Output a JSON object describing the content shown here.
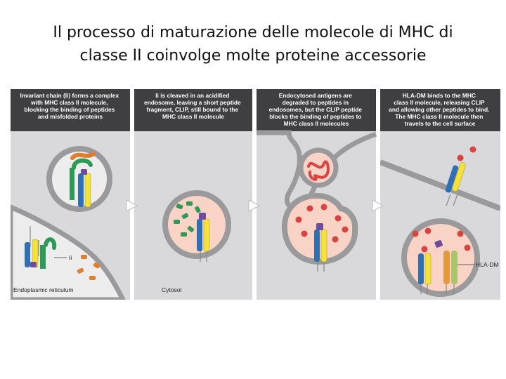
{
  "slide": {
    "title_line1": "Il processo di maturazione delle molecole di MHC di",
    "title_line2": "classe II coinvolge molte proteine accessorie"
  },
  "panels": [
    {
      "caption": [
        "Invariant chain (Ii) forms a complex",
        "with MHC class II molecule,",
        "blocking the binding of peptides",
        "and misfolded proteins"
      ]
    },
    {
      "caption": [
        "Ii is cleaved in an acidified",
        "endosome, leaving a short peptide",
        "fragment, CLIP, still bound to the",
        "MHC class II molecule"
      ]
    },
    {
      "caption": [
        "Endocytosed antigens are",
        "degraded to peptides in",
        "endosomes, but the CLIP peptide",
        "blocks the binding of peptides to",
        "MHC class II molecules"
      ]
    },
    {
      "caption": [
        "HLA-DM binds to the MHC",
        "class II molecule, releasing CLIP",
        "and allowing other peptides to bind.",
        "The MHC class II molecule then",
        "travels to the cell surface"
      ]
    }
  ],
  "labels": {
    "ii": "Ii",
    "er": "Endoplasmic reticulum",
    "cytosol": "Cytosol",
    "hla_dm": "HLA-DM"
  },
  "colors": {
    "caption_bg": "#3f3f42",
    "panel_bg": "#d9d9db",
    "vesicle_fill": "#f8d3c6",
    "membrane": "#9a9a9c",
    "alpha_chain": "#2f6fb3",
    "beta_chain": "#f3e23c",
    "invariant_chain": "#2f9a58",
    "clip": "#6d4c9c",
    "peptide": "#d94440",
    "loose_peptide": "#e07e2c",
    "hla_dm_a": "#e39a3c",
    "hla_dm_b": "#a9c66a"
  }
}
